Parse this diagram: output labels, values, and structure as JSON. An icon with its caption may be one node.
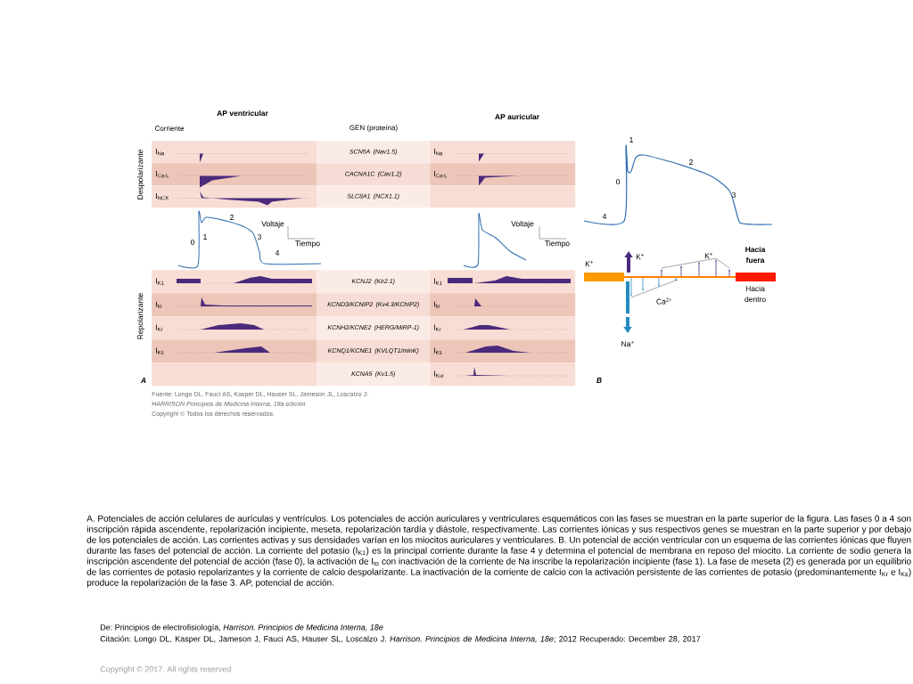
{
  "diagram": {
    "caption": "A. Potenciales de acción celulares de aurículas y ventrículos. Los potenciales de acción auriculares y ventriculares esquemáticos con las fases se muestran en la parte superior de la figura. Las fases 0 a 4 son inscripción rápida ascendente, repolarización incipiente, meseta, repolarización tardía y diástole, respectivamente. Las corrientes iónicas y sus respectivos genes se muestran en la parte superior y por debajo de los potenciales de acción. Las corrientes activas y sus densidades varían en los miocitos auriculares y ventriculares. B. Un potencial de acción ventricular con un esquema de las corrientes iónicas que fluyen durante las fases del potencial de acción. La corriente del potasio (I$_{K1}$) es la principal corriente durante la fase 4 y determina el potencial de membrana en reposo del miocito. La corriente de sodio genera la inscripción ascendente del potencial de acción (fase 0), la activación de I$_{to}$ con inactivación de la corriente de Na inscribe la repolarización incipiente (fase 1). La fase de meseta (2) es generada por un equilibrio de las corrientes de potasio repolarizantes y la corriente de calcio despolarizante. La inactivación de la corriente de calcio con la activación persistente de las corrientes de potasio (predominantemente I$_{Kr}$ e I$_{Ks}$) produce la repolarización de la fase 3. AP, potencial de acción.",
    "nodes": [
      {
        "text": [
          "I$_{Na}$"
        ]
      },
      {
        "text": [
          "SCN5A (Nav1.5)"
        ]
      },
      {
        "text": [
          "I$_{Na}$"
        ]
      },
      {
        "text": [
          "I$_{Ca-L}$"
        ]
      },
      {
        "text": [
          "CACNA1C (Cav1.2)"
        ]
      },
      {
        "text": [
          "I$_{Ca-L}$"
        ]
      },
      {
        "text": [
          "I$_{NCX}$"
        ]
      },
      {
        "text": [
          "SLC8A1 (NCX1.1)"
        ]
      },
      {
        "text": [],
        "shape": "box"
      },
      {
        "text": [
          "I$_{K1}$"
        ]
      },
      {
        "text": [
          "KCNJ2 (Kir2.1)"
        ]
      },
      {
        "text": [
          "I$_{K1}$"
        ]
      },
      {
        "text": [
          "I$_{to}$"
        ]
      },
      {
        "text": [
          "KCND3/KCNIP2 (Kv4.3/KChIP2)"
        ]
      },
      {
        "text": [
          "I$_{to}$"
        ]
      },
      {
        "text": [
          "I$_{Kr}$"
        ]
      },
      {
        "text": [
          "KCNH2/KCNE2 (HERG/MiRP-1)"
        ]
      },
      {
        "text": [
          "I$_{Kr}$"
        ]
      },
      {
        "text": [
          "I$_{Ks}$"
        ]
      },
      {
        "text": [
          "KCNQ1/KCNE1 (KVLQT1/minK)"
        ]
      },
      {
        "text": [
          "I$_{Ks}$"
        ]
      },
      {
        "text": [],
        "shape": "box"
      },
      {
        "text": [
          "KCNA5 (Kv1.5)"
        ]
      },
      {
        "text": [
          "I$_{Kur}$"
        ]
      }
    ],
    "labels": [
      "AP ventricular",
      "Corriente",
      "GEN (proteína)",
      "AP auricular",
      "Despolarizante",
      "2",
      "Voltaje",
      "0",
      "1",
      "3",
      "Tiempo",
      "4",
      "Voltaje",
      "Tiempo",
      "Repolarizante",
      "A",
      "1",
      "0",
      "2",
      "3",
      "4",
      "K$^{+}$",
      "K$^{+}$",
      "K$^{+}$",
      "Hacia fuera",
      "Hacia dentro",
      "Ca$^{2+}$",
      "Na$^{+}$",
      "B",
      "Fuente: Longo DL, Fauci AS, Kasper DL, Hauser SL, Jameson JL, Loscalzo J:",
      "HARRISON Principios de Medicina Interna, 18a edición",
      "Copyright © Todos los derechos reservados.",
      "De: Principios de electrofisiología, *Harrison. Principios de Medicina Interna, 18e*",
      "Citación: Longo DL, Kasper DL, Jameson J, Fauci AS, Hauser SL, Loscalzo J. *Harrison. Principios de Medicina Interna, 18e*; 2012 Recuperado: December 28, 2017",
      "Copyright © 2017. All rights reserved"
    ]
  }
}
